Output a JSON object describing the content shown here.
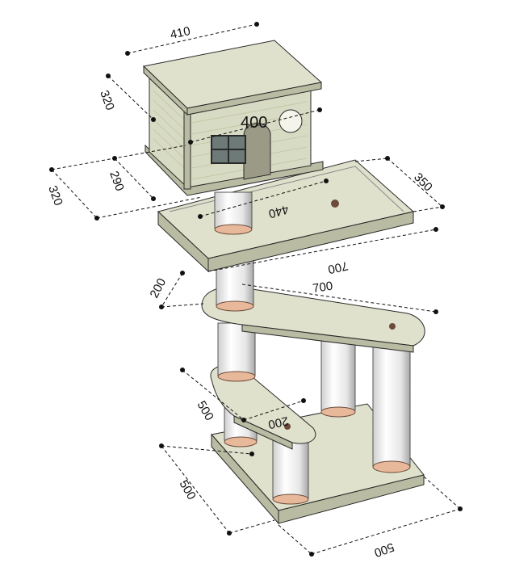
{
  "dimensions": {
    "house_width": "410",
    "house_height": "320",
    "house_depth_label": "400",
    "house_base_height": "290",
    "house_base_side": "320",
    "platform_length": "440",
    "platform_depth": "350",
    "platform_diag": "700",
    "post_gap": "200",
    "ramp_length": "700",
    "step_width": "200",
    "step_depth": "500",
    "base_side": "500",
    "base_front": "500"
  },
  "colors": {
    "wood": "#d8dbc4",
    "post_highlight": "#ffffff",
    "post_shadow": "#b8b8b8",
    "cap": "#e8b89a",
    "hole": "#6b4a3a"
  }
}
